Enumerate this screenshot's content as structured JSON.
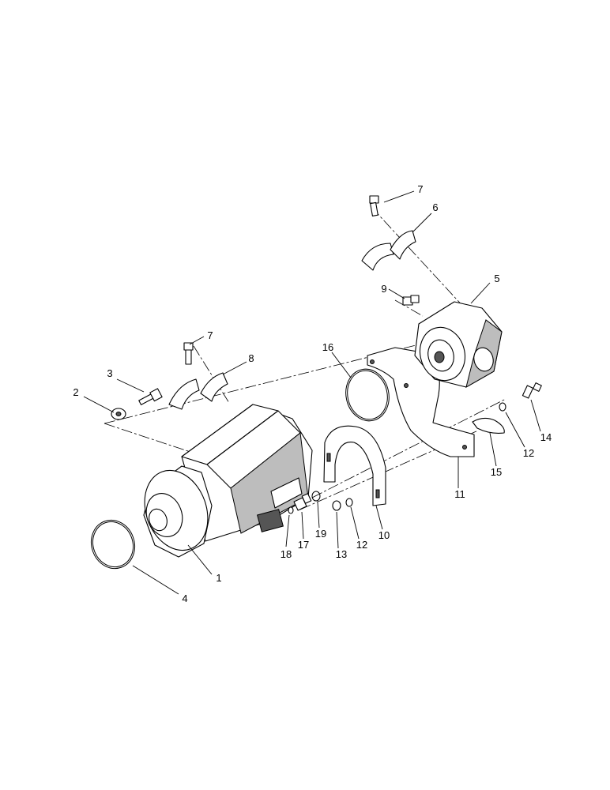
{
  "callouts": {
    "c1": "1",
    "c2": "2",
    "c3": "3",
    "c4": "4",
    "c5": "5",
    "c6": "6",
    "c7a": "7",
    "c7b": "7",
    "c8": "8",
    "c9": "9",
    "c10": "10",
    "c11": "11",
    "c12a": "12",
    "c12b": "12",
    "c13": "13",
    "c14": "14",
    "c15": "15",
    "c16": "16",
    "c17": "17",
    "c18": "18",
    "c19": "19"
  }
}
